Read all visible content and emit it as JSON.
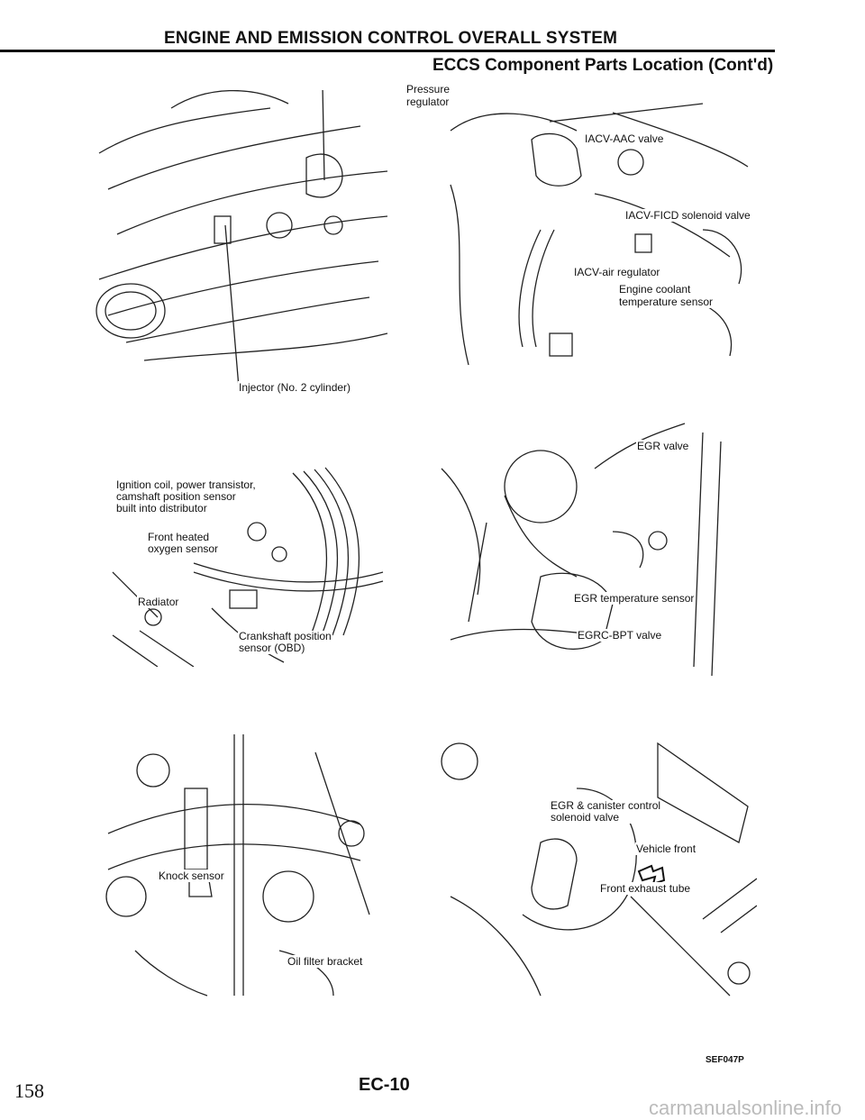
{
  "header": {
    "title": "ENGINE AND EMISSION CONTROL OVERALL SYSTEM",
    "subtitle": "ECCS Component Parts Location (Cont'd)"
  },
  "figures": [
    {
      "labels": [
        "Pressure",
        "regulator",
        "Injector (No. 2 cylinder)"
      ]
    },
    {
      "labels": [
        "IACV-AAC valve",
        "IACV-FICD solenoid valve",
        "IACV-air regulator",
        "Engine coolant",
        "temperature sensor"
      ]
    },
    {
      "labels": [
        "Ignition coil, power transistor,",
        "camshaft position sensor",
        "built into distributor",
        "Front heated",
        "oxygen sensor",
        "Radiator",
        "Crankshaft position",
        "sensor (OBD)"
      ]
    },
    {
      "labels": [
        "EGR valve",
        "EGR temperature sensor",
        "EGRC-BPT valve"
      ]
    },
    {
      "labels": [
        "Knock sensor",
        "Oil filter bracket"
      ]
    },
    {
      "labels": [
        "EGR & canister control",
        "solenoid valve",
        "Vehicle front",
        "Front exhaust tube"
      ]
    }
  ],
  "footer": {
    "figure_code": "SEF047P",
    "page_code": "EC-10",
    "page_number": "158",
    "watermark": "carmanualsonline.info"
  }
}
